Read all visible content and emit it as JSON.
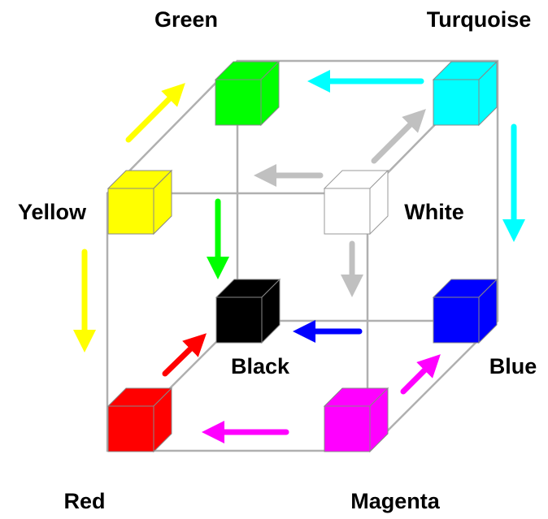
{
  "diagram": {
    "labels": {
      "green": "Green",
      "turquoise": "Turquoise",
      "yellow": "Yellow",
      "white": "White",
      "black": "Black",
      "blue": "Blue",
      "red": "Red",
      "magenta": "Magenta"
    },
    "colors": {
      "green": "#00ff00",
      "turquoise": "#00ffff",
      "yellow": "#ffff00",
      "white": "#ffffff",
      "black": "#000000",
      "blue": "#0000ff",
      "red": "#ff0000",
      "magenta": "#ff00ff",
      "gray_arrow": "#c0c0c0",
      "frame": "#b0b0b0"
    }
  }
}
